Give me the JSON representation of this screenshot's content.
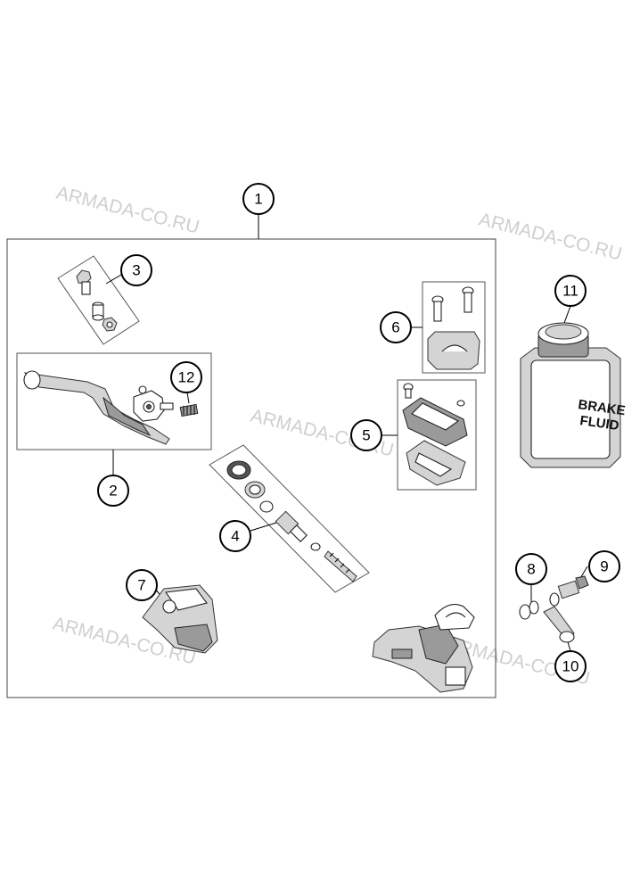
{
  "watermark": "ARMADA-CO.RU",
  "bottle_label": {
    "line1": "BRAKE",
    "line2": "FLUID"
  },
  "callouts": [
    {
      "id": "1",
      "label": "1"
    },
    {
      "id": "2",
      "label": "2"
    },
    {
      "id": "3",
      "label": "3"
    },
    {
      "id": "4",
      "label": "4"
    },
    {
      "id": "5",
      "label": "5"
    },
    {
      "id": "6",
      "label": "6"
    },
    {
      "id": "7",
      "label": "7"
    },
    {
      "id": "8",
      "label": "8"
    },
    {
      "id": "9",
      "label": "9"
    },
    {
      "id": "10",
      "label": "10"
    },
    {
      "id": "11",
      "label": "11"
    },
    {
      "id": "12",
      "label": "12"
    }
  ]
}
